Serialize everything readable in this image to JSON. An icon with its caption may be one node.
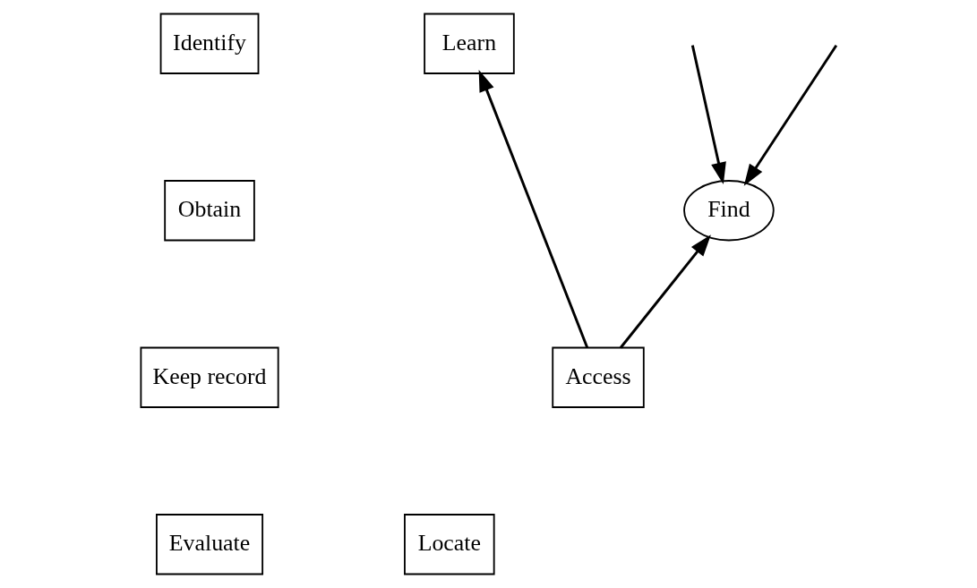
{
  "diagram": {
    "nodes": [
      {
        "text": [
          "Identify"
        ]
      },
      {
        "text": [
          "Learn"
        ]
      },
      {
        "text": [
          "Find"
        ]
      },
      {
        "text": [
          "Obtain"
        ]
      },
      {
        "text": [
          "Access"
        ]
      },
      {
        "text": [
          "Keep record"
        ]
      },
      {
        "text": [
          "Evaluate"
        ]
      },
      {
        "text": [
          "Locate"
        ]
      }
    ],
    "edges": [
      {
        "from": 4,
        "to": 1,
        "arrow": "to"
      },
      {
        "from": 4,
        "to": 2,
        "arrow": "to"
      },
      {
        "from": null,
        "to": 2,
        "arrow": "to"
      },
      {
        "from": null,
        "to": 2,
        "arrow": "to"
      }
    ]
  }
}
